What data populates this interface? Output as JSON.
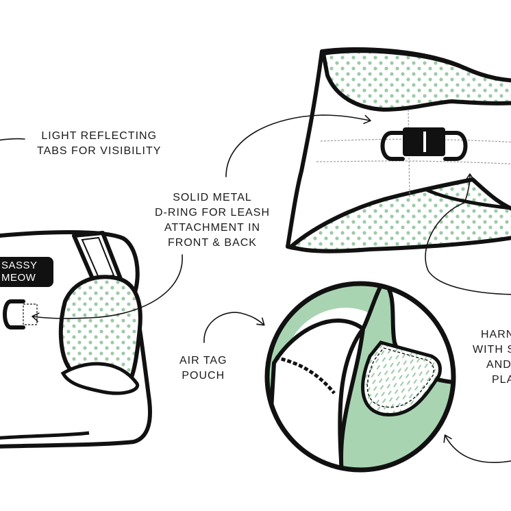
{
  "labels": {
    "reflective": [
      "LIGHT REFLECTING",
      "TABS FOR VISIBILITY"
    ],
    "dring": [
      "SOLID METAL",
      "D-RING FOR LEASH",
      "ATTACHMENT IN",
      "FRONT & BACK"
    ],
    "airtag": [
      "AIR TAG",
      "POUCH"
    ],
    "harness": [
      "HARN",
      "WITH S",
      "AND",
      "PLA"
    ]
  },
  "brand": [
    "SASSY",
    "MEOW"
  ],
  "colors": {
    "mint": "#a9d4b2",
    "dots": "#9ccaa7",
    "outline": "#111111"
  }
}
